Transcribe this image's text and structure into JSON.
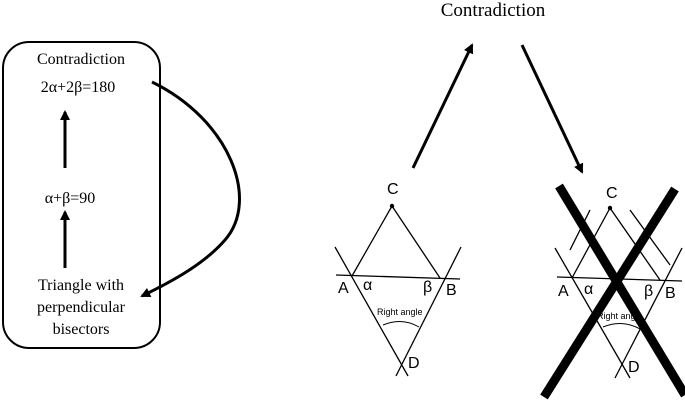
{
  "left_box": {
    "top": "Contradiction",
    "eq2": "2α+2β=180",
    "eq1": "α+β=90",
    "bottom_line1": "Triangle with",
    "bottom_line2": "perpendicular",
    "bottom_line3": "bisectors"
  },
  "title": "Contradiction",
  "left_figure": {
    "C": "C",
    "A": "A",
    "B": "B",
    "D": "D",
    "alpha": "α",
    "beta": "β",
    "right_angle": "Right angle"
  },
  "right_figure": {
    "C": "C",
    "A": "A",
    "B": "B",
    "D": "D",
    "alpha": "α",
    "beta": "β",
    "right_angle": "Right angle"
  }
}
